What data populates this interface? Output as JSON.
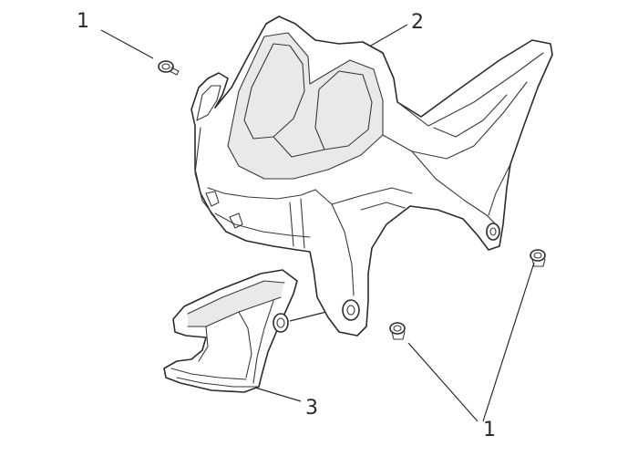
{
  "diagram": {
    "callouts": {
      "fastener_top": "1",
      "fender_cover": "2",
      "bracket": "3",
      "fasteners_bottom": "1"
    },
    "colors": {
      "line": "#2b2b2b",
      "fill": "#ffffff",
      "shade": "#e9e9e9"
    }
  }
}
